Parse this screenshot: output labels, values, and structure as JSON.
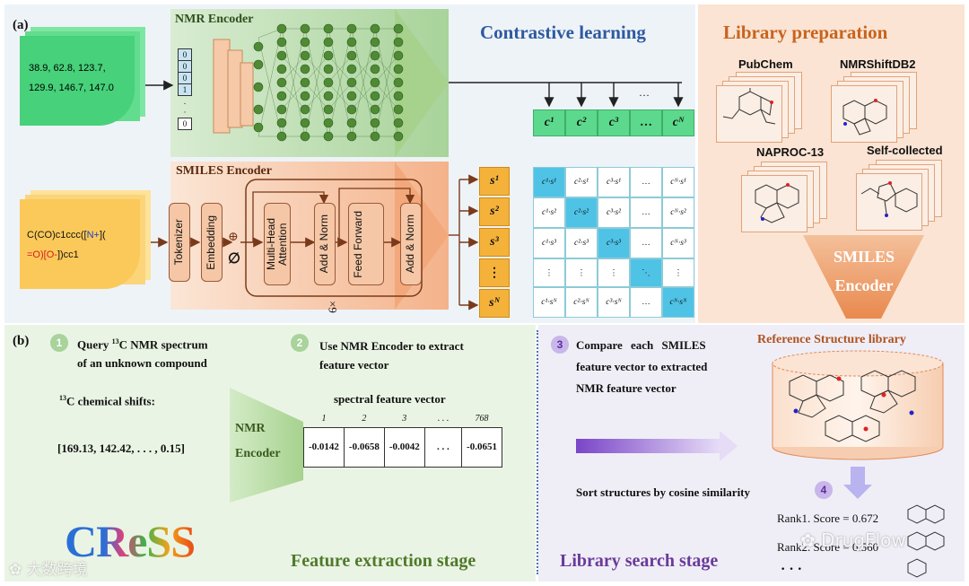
{
  "panel_a": {
    "label": "(a)",
    "nmr_encoder_title": "NMR Encoder",
    "nmr_input_line1": "38.9, 62.8, 123.7,",
    "nmr_input_line2": "129.9, 146.7, 147.0",
    "input_vector": [
      "0",
      "0",
      "0",
      "1",
      ".",
      "·",
      "0"
    ],
    "contrastive_title": "Contrastive learning",
    "c_vectors": [
      "c¹",
      "c²",
      "c³",
      "…",
      "cᴺ"
    ],
    "c_dots": "…",
    "smiles_encoder_title": "SMILES Encoder",
    "smiles_input_prefix": "C(CO)c1ccc([",
    "smiles_input_n": "N+",
    "smiles_input_after_n": "](",
    "smiles_input_line2_pre": "=O)[",
    "smiles_input_o": "O-",
    "smiles_input_line2_post": "])cc1",
    "tokenizer": "Tokenizer",
    "embedding": "Embedding",
    "plus_symbol": "⊕",
    "pos_symbol": "∅",
    "multihead": "Multi-Head Attention",
    "add_norm_1": "Add & Norm",
    "feed_forward": "Feed Forward",
    "add_norm_2": "Add & Norm",
    "repeat": "6×",
    "s_vectors": [
      "s¹",
      "s²",
      "s³",
      "⋮",
      "sᴺ"
    ],
    "matrix": [
      [
        "c¹·s¹",
        "c²·s¹",
        "c³·s¹",
        "…",
        "cᴺ·s¹"
      ],
      [
        "c¹·s²",
        "c²·s²",
        "c³·s²",
        "…",
        "cᴺ·s²"
      ],
      [
        "c¹·s³",
        "c²·s³",
        "c³·s³",
        "…",
        "cᴺ·s³"
      ],
      [
        "⋮",
        "⋮",
        "⋮",
        "⋱",
        "⋮"
      ],
      [
        "c¹·sᴺ",
        "c²·sᴺ",
        "c³·sᴺ",
        "…",
        "cᴺ·sᴺ"
      ]
    ],
    "library_title": "Library preparation",
    "libraries": [
      "PubChem",
      "NMRShiftDB2",
      "NAPROC-13",
      "Self-collected"
    ],
    "smiles_encoder_funnel_line1": "SMILES",
    "smiles_encoder_funnel_line2": "Encoder"
  },
  "panel_b": {
    "label": "(b)",
    "steps": [
      "1",
      "2",
      "3",
      "4"
    ],
    "step1_line1": "Query ",
    "step1_sup": "13",
    "step1_line1_rest": "C NMR spectrum",
    "step1_line2": "of an unknown compound",
    "shifts_sup": "13",
    "shifts_label": "C chemical shifts:",
    "shifts_values": "[169.13, 142.42, . . . , 0.15]",
    "nmr_encoder_line1": "NMR",
    "nmr_encoder_line2": "Encoder",
    "step2_line1": "Use NMR Encoder to extract",
    "step2_line2": "feature vector",
    "spectral_title": "spectral feature vector",
    "vector_indices": [
      "1",
      "2",
      "3",
      ". . .",
      "768"
    ],
    "vector_values": [
      "-0.0142",
      "-0.0658",
      "-0.0042",
      ". . .",
      "-0.0651"
    ],
    "step3_line1": "Compare each SMILES",
    "step3_line2": "feature vector to extracted",
    "step3_line3": "NMR feature vector",
    "reference_title": "Reference Structure library",
    "sort_text": "Sort structures by cosine similarity",
    "rank1": "Rank1. Score = 0.672",
    "rank2": "Rank2. Score = 0.560",
    "rank_dots": "· · ·",
    "cress_logo": "CReSS",
    "feature_stage": "Feature extraction stage",
    "library_stage": "Library search stage"
  },
  "watermarks": {
    "left": "大数跨境",
    "right": "DrugFlow"
  },
  "colors": {
    "green_panel": "#e6f2e1",
    "blue_panel": "#eef3f8",
    "orange_panel": "#fbe4d3",
    "contrastive_blue": "#2e5aa0",
    "library_orange": "#c8641e",
    "stage_green": "#4f7a2a",
    "stage_purple": "#6a3a9a"
  }
}
